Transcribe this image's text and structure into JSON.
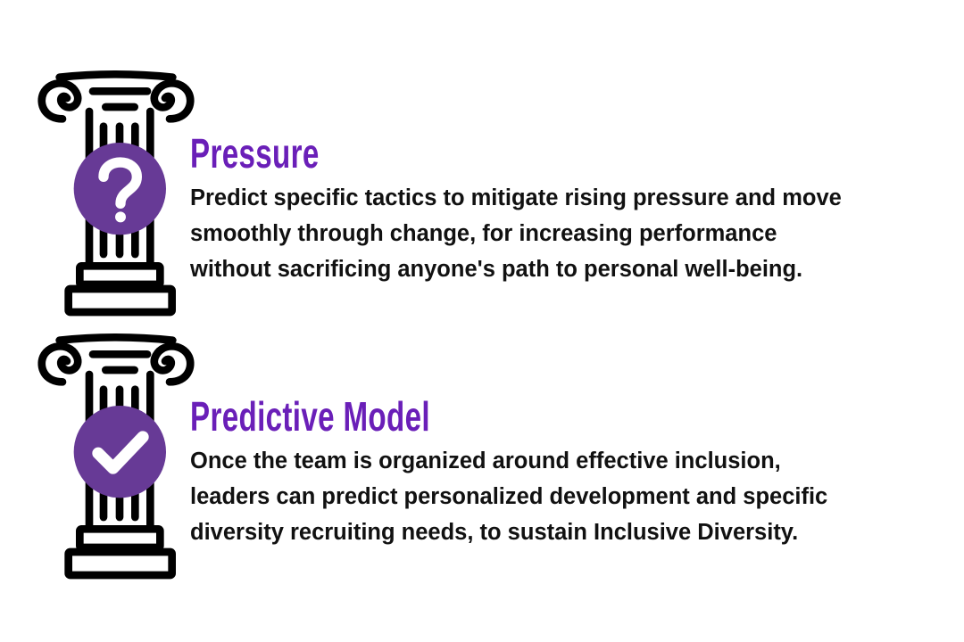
{
  "colors": {
    "title": "#6a1fb8",
    "badge": "#673a96",
    "text": "#111111"
  },
  "items": [
    {
      "icon": "pillar-question-icon",
      "title": "Pressure",
      "lines": [
        "Predict specific tactics to mitigate rising pressure and move",
        "smoothly through change, for increasing performance",
        "without sacrificing anyone's path to personal well-being."
      ]
    },
    {
      "icon": "pillar-check-icon",
      "title": "Predictive Model",
      "lines": [
        "Once the team is organized around effective inclusion,",
        "leaders can predict personalized development and specific",
        "diversity recruiting needs, to sustain Inclusive Diversity."
      ]
    }
  ]
}
